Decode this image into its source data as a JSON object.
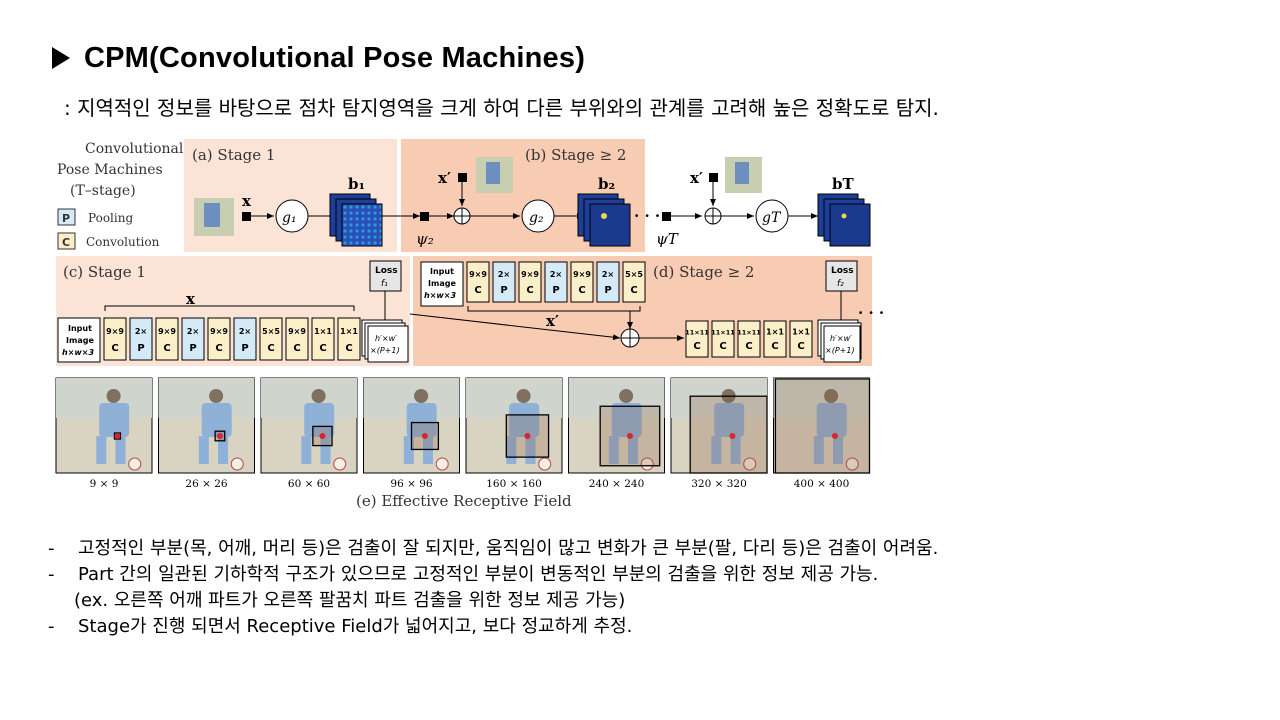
{
  "slide": {
    "title": "CPM(Convolutional Pose Machines)",
    "subtitle": ": 지역적인 정보를 바탕으로 점차 탐지영역을 크게 하여 다른 부위와의 관계를 고려해 높은 정확도로 탐지.",
    "bullets": [
      {
        "dash": "-",
        "text": "고정적인 부분(목, 어깨, 머리 등)은 검출이 잘 되지만, 움직임이 많고 변화가 큰 부분(팔, 다리 등)은 검출이 어려움."
      },
      {
        "dash": "-",
        "text": "Part 간의 일관된 기하학적 구조가 있으므로 고정적인 부분이 변동적인 부분의 검출을 위한 정보 제공 가능."
      },
      {
        "dash": "",
        "text": "(ex. 오른쪽 어깨 파트가 오른쪽 팔꿈치 파트 검출을 위한 정보 제공 가능)"
      },
      {
        "dash": "-",
        "text": "Stage가 진행 되면서 Receptive Field가 넓어지고, 보다 정교하게 추정."
      }
    ]
  },
  "figure": {
    "legend": {
      "title_line1": "Convolutional",
      "title_line2": "Pose Machines",
      "title_line3": "(T–stage)",
      "pooling_key": "P",
      "pooling_label": "Pooling",
      "conv_key": "C",
      "conv_label": "Convolution"
    },
    "panel_a": {
      "label": "(a) Stage 1",
      "x": "x",
      "g": "g₁",
      "b": "b₁"
    },
    "panel_b": {
      "label": "(b) Stage ≥ 2",
      "xprime": "x′",
      "psi": "ψ₂",
      "g": "g₂",
      "b": "b₂",
      "dots": "· · ·",
      "psiT": "ψT",
      "gT": "gT",
      "bT": "bT",
      "xprime2": "x′"
    },
    "panel_c": {
      "label": "(c) Stage 1",
      "x": "x",
      "input_line1": "Input",
      "input_line2": "Image",
      "input_line3": "h×w×3",
      "layers": [
        {
          "k": "9×9",
          "t": "C"
        },
        {
          "k": "2×",
          "t": "P"
        },
        {
          "k": "9×9",
          "t": "C"
        },
        {
          "k": "2×",
          "t": "P"
        },
        {
          "k": "9×9",
          "t": "C"
        },
        {
          "k": "2×",
          "t": "P"
        },
        {
          "k": "5×5",
          "t": "C"
        },
        {
          "k": "9×9",
          "t": "C"
        },
        {
          "k": "1×1",
          "t": "C"
        },
        {
          "k": "1×1",
          "t": "C"
        }
      ],
      "loss_line1": "Loss",
      "loss_line2": "f₁",
      "out_line1": "h′×w′",
      "out_line2": "×(P+1)"
    },
    "panel_d": {
      "label": "(d) Stage ≥ 2",
      "xprime": "x′",
      "input_line1": "Input",
      "input_line2": "Image",
      "input_line3": "h×w×3",
      "top_layers": [
        {
          "k": "9×9",
          "t": "C"
        },
        {
          "k": "2×",
          "t": "P"
        },
        {
          "k": "9×9",
          "t": "C"
        },
        {
          "k": "2×",
          "t": "P"
        },
        {
          "k": "9×9",
          "t": "C"
        },
        {
          "k": "2×",
          "t": "P"
        },
        {
          "k": "5×5",
          "t": "C"
        }
      ],
      "bottom_layers": [
        {
          "k": "11×11",
          "t": "C"
        },
        {
          "k": "11×11",
          "t": "C"
        },
        {
          "k": "11×11",
          "t": "C"
        },
        {
          "k": "1×1",
          "t": "C"
        },
        {
          "k": "1×1",
          "t": "C"
        }
      ],
      "loss_line1": "Loss",
      "loss_line2": "f₂",
      "out_line1": "h′×w′",
      "out_line2": "×(P+1)",
      "dots": "· · ·"
    },
    "panel_e": {
      "label": "(e) Effective Receptive Field",
      "fields": [
        "9 × 9",
        "26 × 26",
        "60 × 60",
        "96 × 96",
        "160 × 160",
        "240 × 240",
        "320 × 320",
        "400 × 400"
      ]
    },
    "colors": {
      "panel_light": "#fbe3d6",
      "panel_dark": "#f8cbb3",
      "conv": "#fbefc9",
      "pool": "#d4eaf7",
      "heat": "#1d3f9a",
      "grass": "#d9d3c2"
    }
  }
}
